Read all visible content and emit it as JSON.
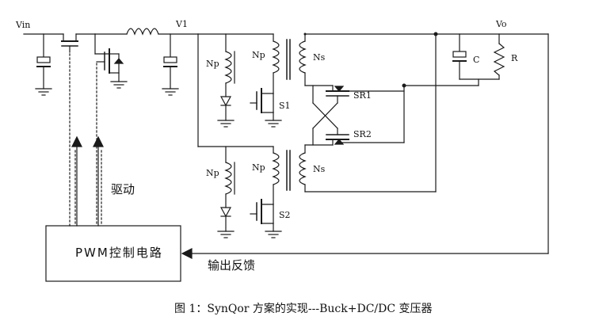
{
  "labels": {
    "vin": "Vin",
    "v1": "V1",
    "vo": "Vo",
    "np_1": "Np",
    "np_2": "Np",
    "np_3": "Np",
    "np_4": "Np",
    "ns_1": "Ns",
    "ns_2": "Ns",
    "s1": "S1",
    "s2": "S2",
    "sr1": "SR1",
    "sr2": "SR2",
    "c": "C",
    "r": "R",
    "drive": "驱动",
    "pwm": "PWM控制电路",
    "feedback": "输出反馈"
  },
  "caption": "图 1：SynQor 方案的实现---Buck+DC/DC 变压器",
  "colors": {
    "line": "#1a1a1a",
    "background": "#ffffff"
  }
}
